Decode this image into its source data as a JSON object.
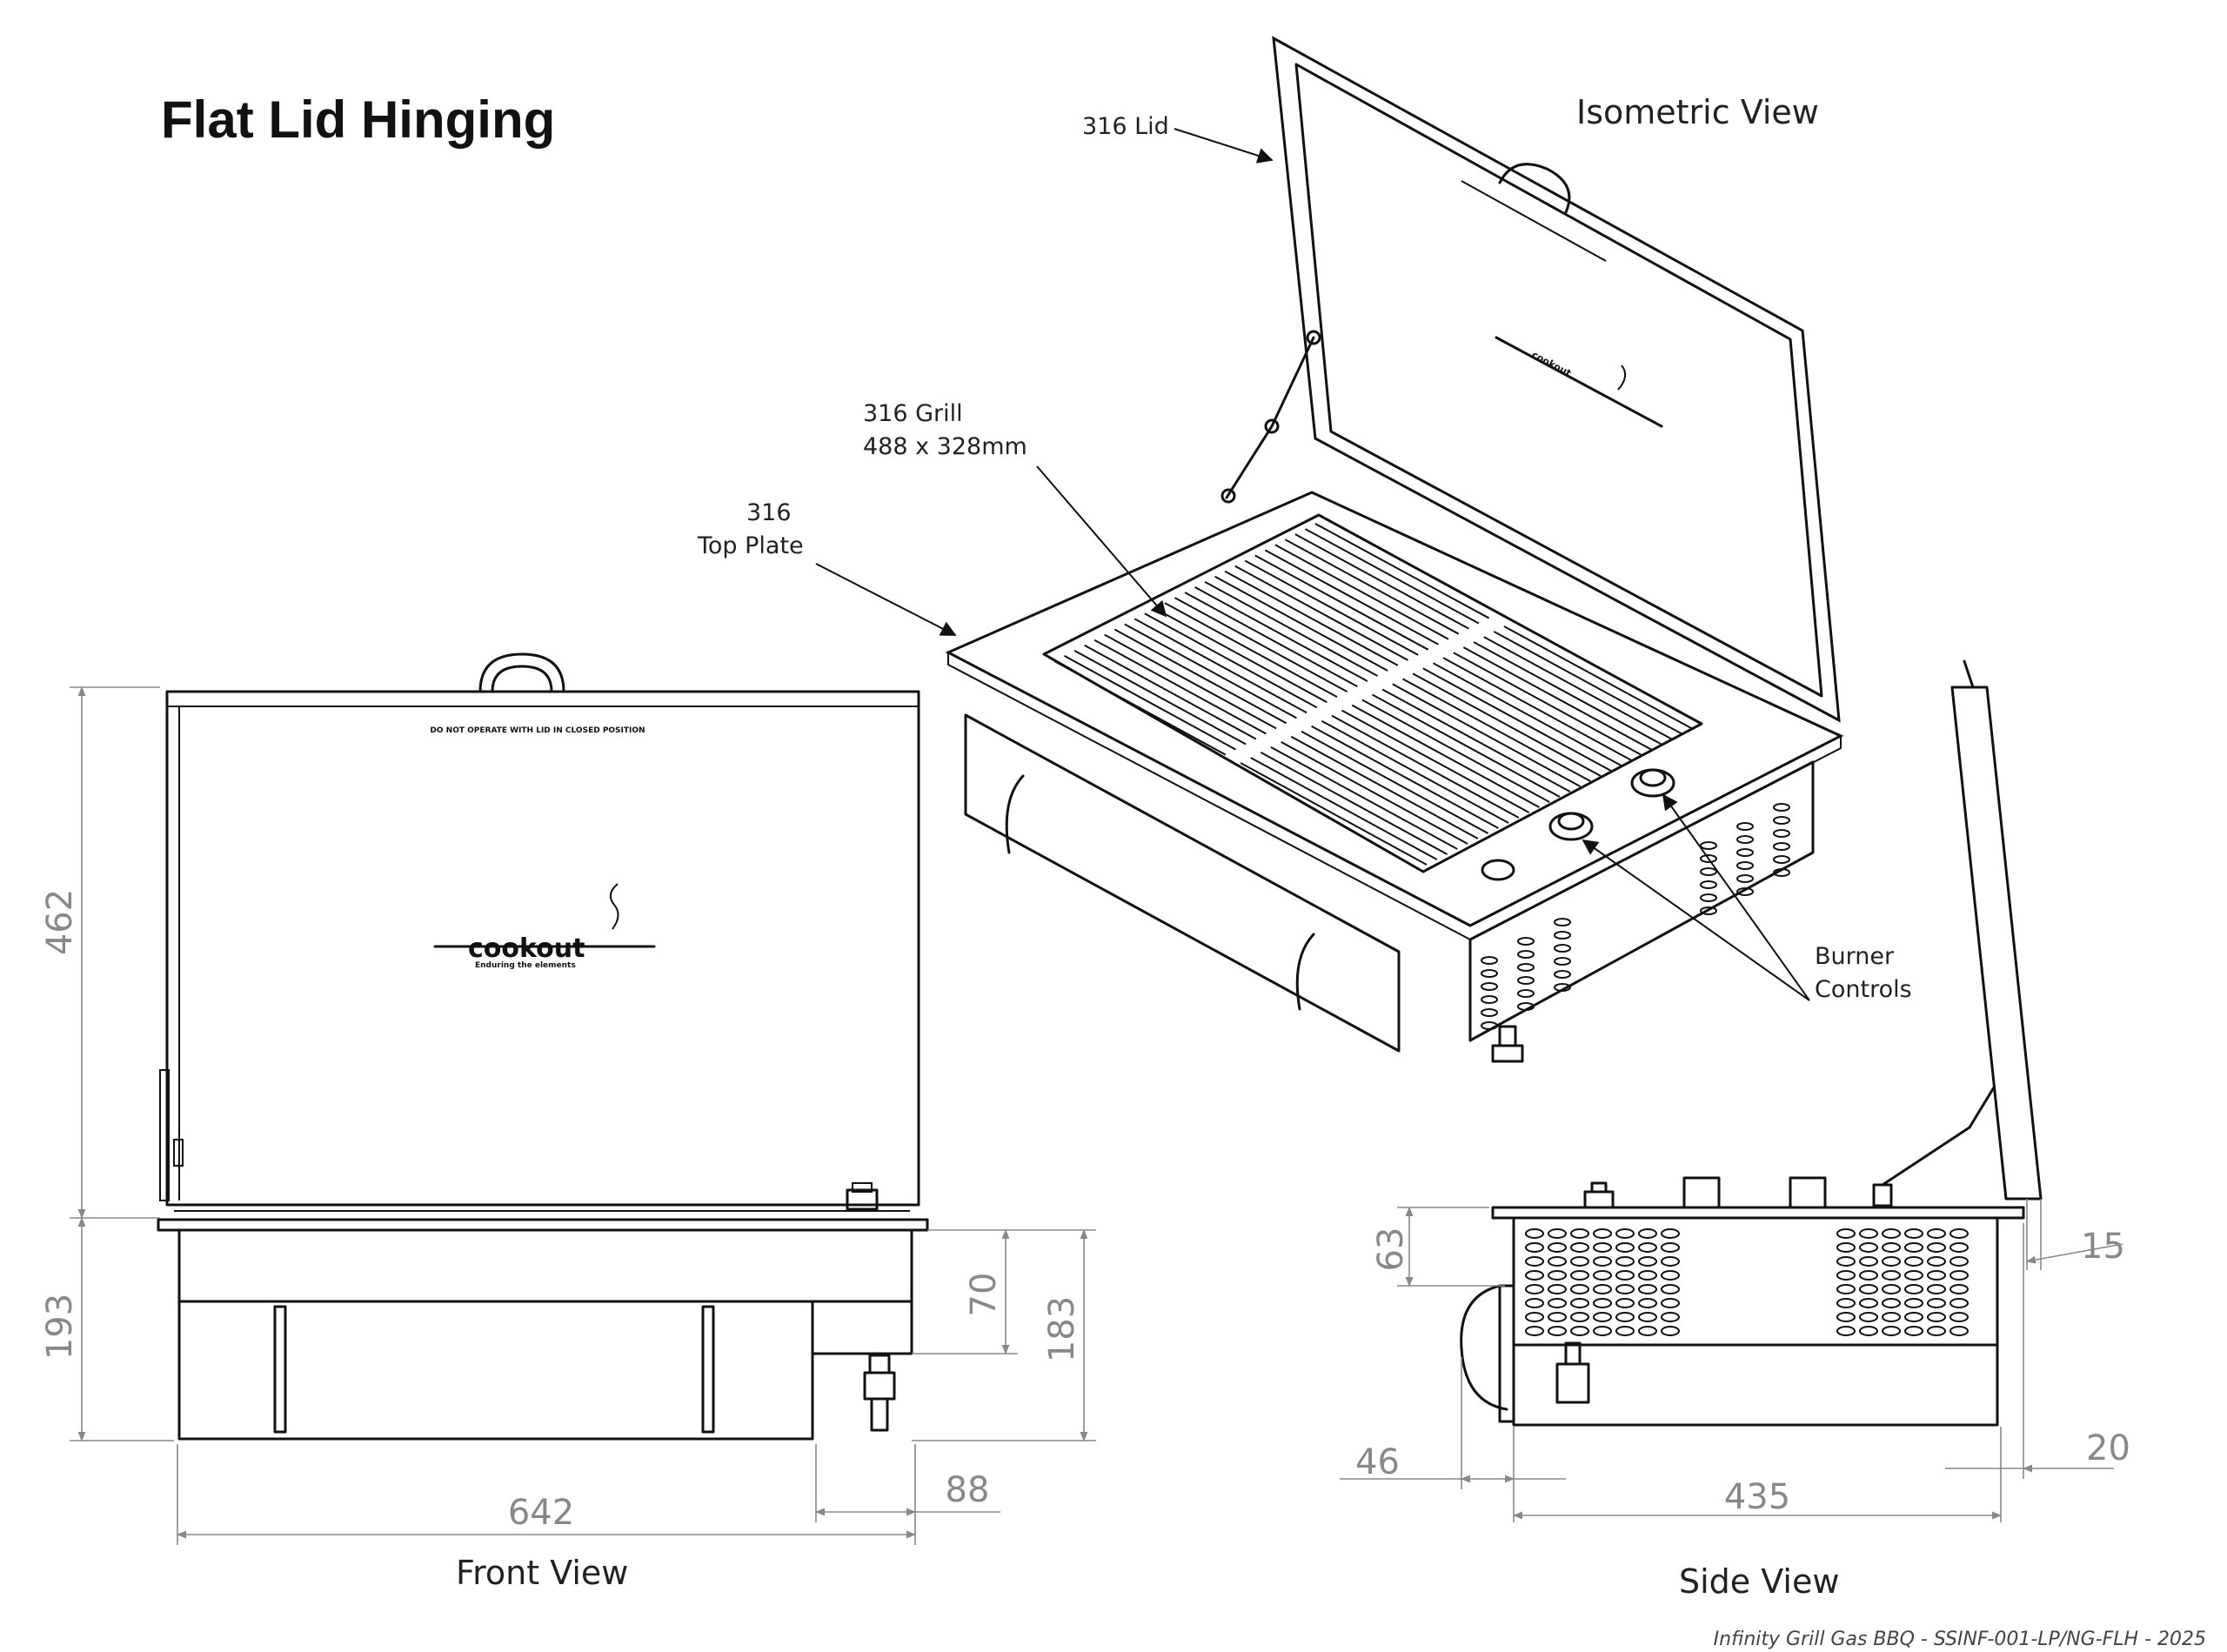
{
  "title": "Flat Lid Hinging",
  "views": {
    "isometric": "Isometric View",
    "front": "Front View",
    "side": "Side View"
  },
  "callouts": {
    "lid": "316 Lid",
    "grill_line1": "316 Grill",
    "grill_line2": "488 x 328mm",
    "top_plate_line1": "316",
    "top_plate_line2": "Top Plate",
    "burner_line1": "Burner",
    "burner_line2": "Controls"
  },
  "front_dimensions": {
    "lid_height": "462",
    "body_height": "193",
    "tray_height": "70",
    "total_depth": "183",
    "width": "642",
    "valve_offset": "88"
  },
  "side_dimensions": {
    "plate_height": "63",
    "lid_thickness": "15",
    "handle_offset": "46",
    "body_depth": "435",
    "rear_offset": "20"
  },
  "brand": {
    "name": "cookout",
    "tagline": "Enduring the elements"
  },
  "lid_warning": "DO NOT OPERATE WITH LID IN CLOSED POSITION",
  "footer": "Infinity Grill Gas BBQ - SSINF-001-LP/NG-FLH - 2025"
}
